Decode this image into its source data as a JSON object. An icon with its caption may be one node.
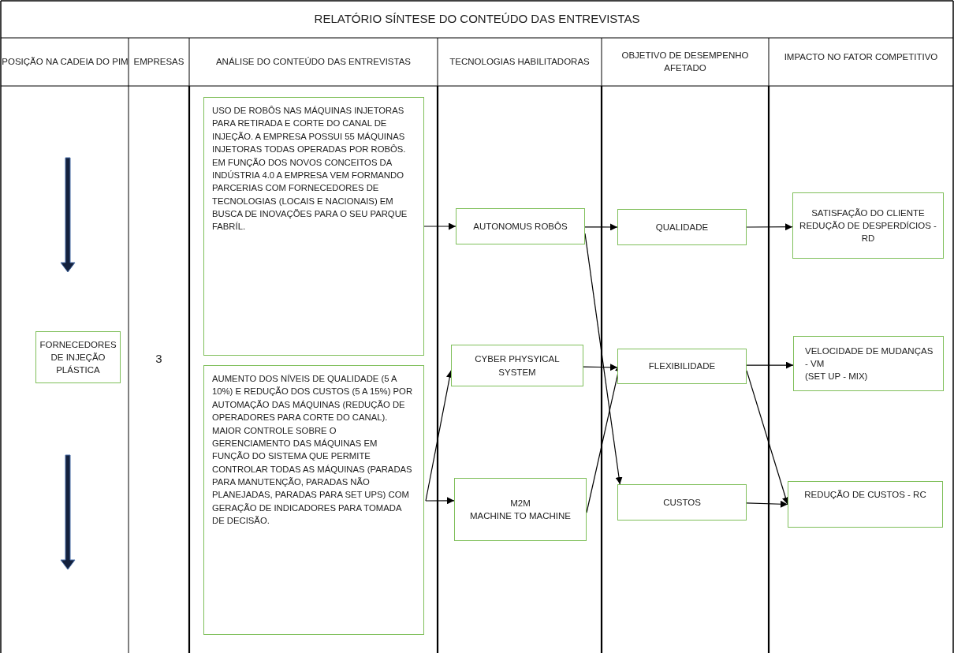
{
  "diagram": {
    "title": "RELATÓRIO SÍNTESE DO CONTEÚDO DAS ENTREVISTAS",
    "nodes": [
      {
        "text": [
          "FORNECEDORES DE INJEÇÃO PLÁSTICA"
        ]
      },
      {
        "text": [
          "USO DE ROBÔS NAS MÁQUINAS INJETORAS PARA RETIRADA E CORTE DO CANAL DE INJEÇÃO. A EMPRESA POSSUI 55 MÁQUINAS INJETORAS TODAS OPERADAS POR ROBÔS. EM FUNÇÃO DOS NOVOS CONCEITOS DA INDÚSTRIA 4.0 A EMPRESA VEM FORMANDO PARCERIAS COM FORNECEDORES DE TECNOLOGIAS (LOCAIS E NACIONAIS) EM BUSCA DE INOVAÇÕES PARA O SEU PARQUE FABRÍL."
        ]
      },
      {
        "text": [
          "AUMENTO DOS NÍVEIS DE QUALIDADE (5 A 10%) E REDUÇÃO DOS CUSTOS (5 A 15%) POR AUTOMAÇÃO DAS MÁQUINAS (REDUÇÃO DE OPERADORES PARA CORTE DO CANAL). MAIOR CONTROLE SOBRE O GERENCIAMENTO DAS MÁQUINAS EM FUNÇÃO DO SISTEMA QUE PERMITE CONTROLAR TODAS AS MÁQUINAS (PARADAS PARA MANUTENÇÃO, PARADAS NÃO PLANEJADAS, PARADAS PARA SET UPS) COM GERAÇÃO DE INDICADORES PARA TOMADA DE DECISÃO."
        ]
      },
      {
        "text": [
          "AUTONOMUS ROBÔS"
        ]
      },
      {
        "text": [
          "CYBER PHYSYICAL SYSTEM"
        ]
      },
      {
        "text": [
          "M2M",
          "MACHINE TO MACHINE"
        ]
      },
      {
        "text": [
          "QUALIDADE"
        ]
      },
      {
        "text": [
          "FLEXIBILIDADE"
        ]
      },
      {
        "text": [
          "CUSTOS"
        ]
      },
      {
        "text": [
          "SATISFAÇÃO DO CLIENTE",
          "REDUÇÃO DE DESPERDÍCIOS - RD"
        ]
      },
      {
        "text": [
          "VELOCIDADE DE MUDANÇAS - VM",
          "(SET UP - MIX)"
        ]
      },
      {
        "text": [
          "REDUÇÃO DE CUSTOS - RC"
        ]
      }
    ],
    "edges": [
      {
        "from": 1,
        "to": 3,
        "arrow": "to"
      },
      {
        "from": 2,
        "to": 4,
        "arrow": "to"
      },
      {
        "from": 2,
        "to": 5,
        "arrow": "to"
      },
      {
        "from": 3,
        "to": 6,
        "arrow": "to"
      },
      {
        "from": 3,
        "to": 8,
        "arrow": "to"
      },
      {
        "from": 4,
        "to": 7,
        "arrow": "to"
      },
      {
        "from": 5,
        "to": 7,
        "arrow": "to"
      },
      {
        "from": 6,
        "to": 9,
        "arrow": "to"
      },
      {
        "from": 7,
        "to": 10,
        "arrow": "to"
      },
      {
        "from": 7,
        "to": 11,
        "arrow": "to"
      },
      {
        "from": 8,
        "to": 11,
        "arrow": "to"
      }
    ],
    "labels": [
      "POSIÇÃO NA CADEIA DO PIM",
      "EMPRESAS",
      "ANÁLISE DO CONTEÚDO DAS ENTREVISTAS",
      "TECNOLOGIAS HABILITADORAS",
      "OBJETIVO DE DESEMPENHO AFETADO",
      "IMPACTO NO FATOR COMPETITIVO",
      "3"
    ]
  }
}
